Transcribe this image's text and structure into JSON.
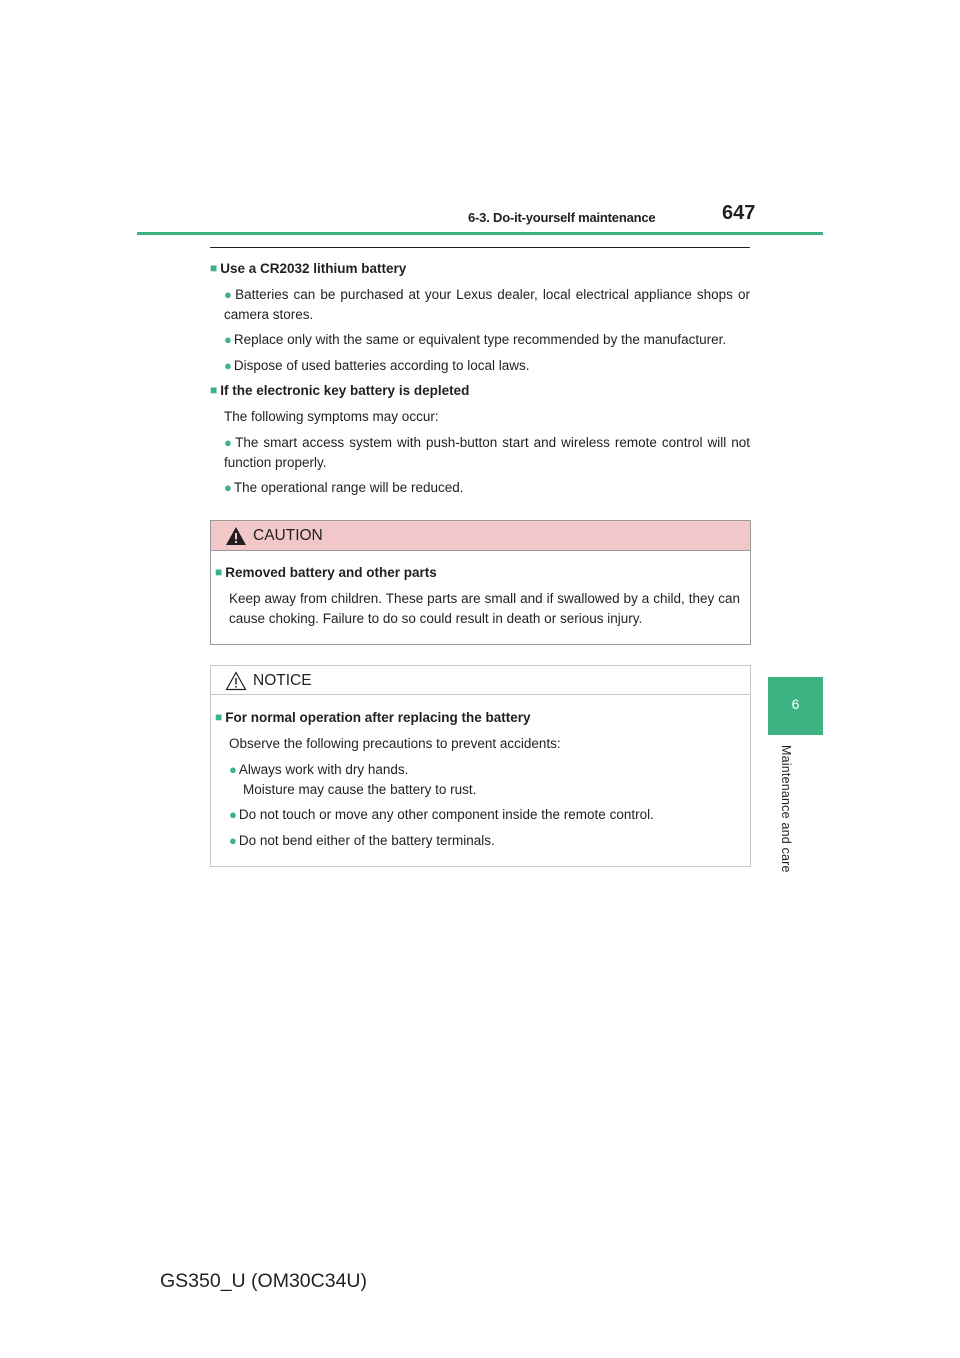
{
  "header": {
    "section": "6-3. Do-it-yourself maintenance",
    "page_number": "647"
  },
  "side_tab": {
    "number": "6",
    "label": "Maintenance and care"
  },
  "sections": [
    {
      "heading": "Use a CR2032 lithium battery",
      "bullets": [
        "Batteries can be purchased at your Lexus dealer, local electrical appliance shops or camera stores.",
        "Replace only with the same or equivalent type recommended by the manufacturer.",
        "Dispose of used batteries according to local laws."
      ]
    },
    {
      "heading": "If the electronic key battery is depleted",
      "intro": "The following symptoms may occur:",
      "bullets": [
        "The smart access system with push-button start and wireless remote control will not function properly.",
        "The operational range will be reduced."
      ]
    }
  ],
  "caution": {
    "title": "CAUTION",
    "heading": "Removed battery and other parts",
    "text": "Keep away from children. These parts are small and if swallowed by a child, they can cause choking. Failure to do so could result in death or serious injury."
  },
  "notice": {
    "title": "NOTICE",
    "heading": "For normal operation after replacing the battery",
    "intro": "Observe the following precautions to prevent accidents:",
    "bullets": [
      {
        "line1": "Always work with dry hands.",
        "line2": "Moisture may cause the battery to rust."
      },
      {
        "line1": "Do not touch or move any other component inside the remote control."
      },
      {
        "line1": "Do not bend either of the battery terminals."
      }
    ]
  },
  "footer": {
    "model": "GS350_U (OM30C34U)"
  },
  "colors": {
    "accent_green": "#3db383",
    "caution_pink": "#f2c7c9",
    "text": "#231f20"
  },
  "icons": {
    "caution": "warning-triangle-filled-icon",
    "notice": "warning-triangle-outline-icon",
    "heading_marker": "square-bullet-icon",
    "list_marker": "round-bullet-icon"
  }
}
